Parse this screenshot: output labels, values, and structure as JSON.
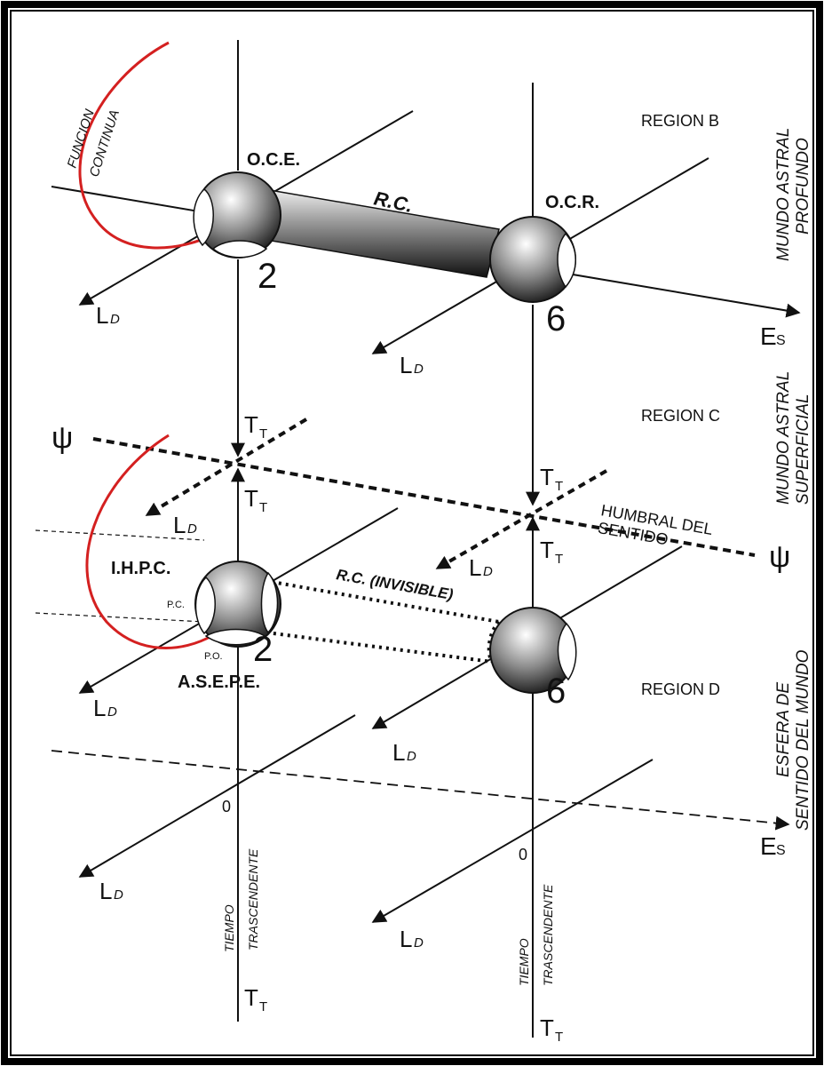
{
  "labels": {
    "funcion": "FUNCION",
    "continua": "CONTINUA",
    "oce": "O.C.E.",
    "ocr": "O.C.R.",
    "rc": "R.C.",
    "rc_invisible": "R.C. (INVISIBLE)",
    "region_b": "REGION B",
    "region_c": "REGION C",
    "region_d": "REGION D",
    "mundo_astral_profundo": [
      "MUNDO ASTRAL",
      "PROFUNDO"
    ],
    "mundo_astral_superficial": [
      "MUNDO ASTRAL",
      "SUPERFICIAL"
    ],
    "esfera_sentido": [
      "ESFERA DE",
      "SENTIDO DEL MUNDO"
    ],
    "humbral": [
      "HUMBRAL DEL",
      "SENTIDO"
    ],
    "ihpc": "I.H.P.C.",
    "pc": "P.C.",
    "po": "P.O.",
    "asepe": "A.S.E.P.E.",
    "psi": "ψ",
    "two": "2",
    "six": "6",
    "zero": "0",
    "tiempo": "TIEMPO",
    "trascendente": "TRASCENDENTE",
    "t_main": "T",
    "t_sub": "T",
    "l_main": "L",
    "l_sub": "D",
    "e_main": "E",
    "e_sub": "S"
  },
  "colors": {
    "line": "#111111",
    "curve": "#d42020",
    "sphere_light": "#ffffff",
    "sphere_dark": "#1e1e1e",
    "frame": "#000000"
  },
  "icons": [
    "sphere",
    "psi-symbol",
    "arrow"
  ]
}
